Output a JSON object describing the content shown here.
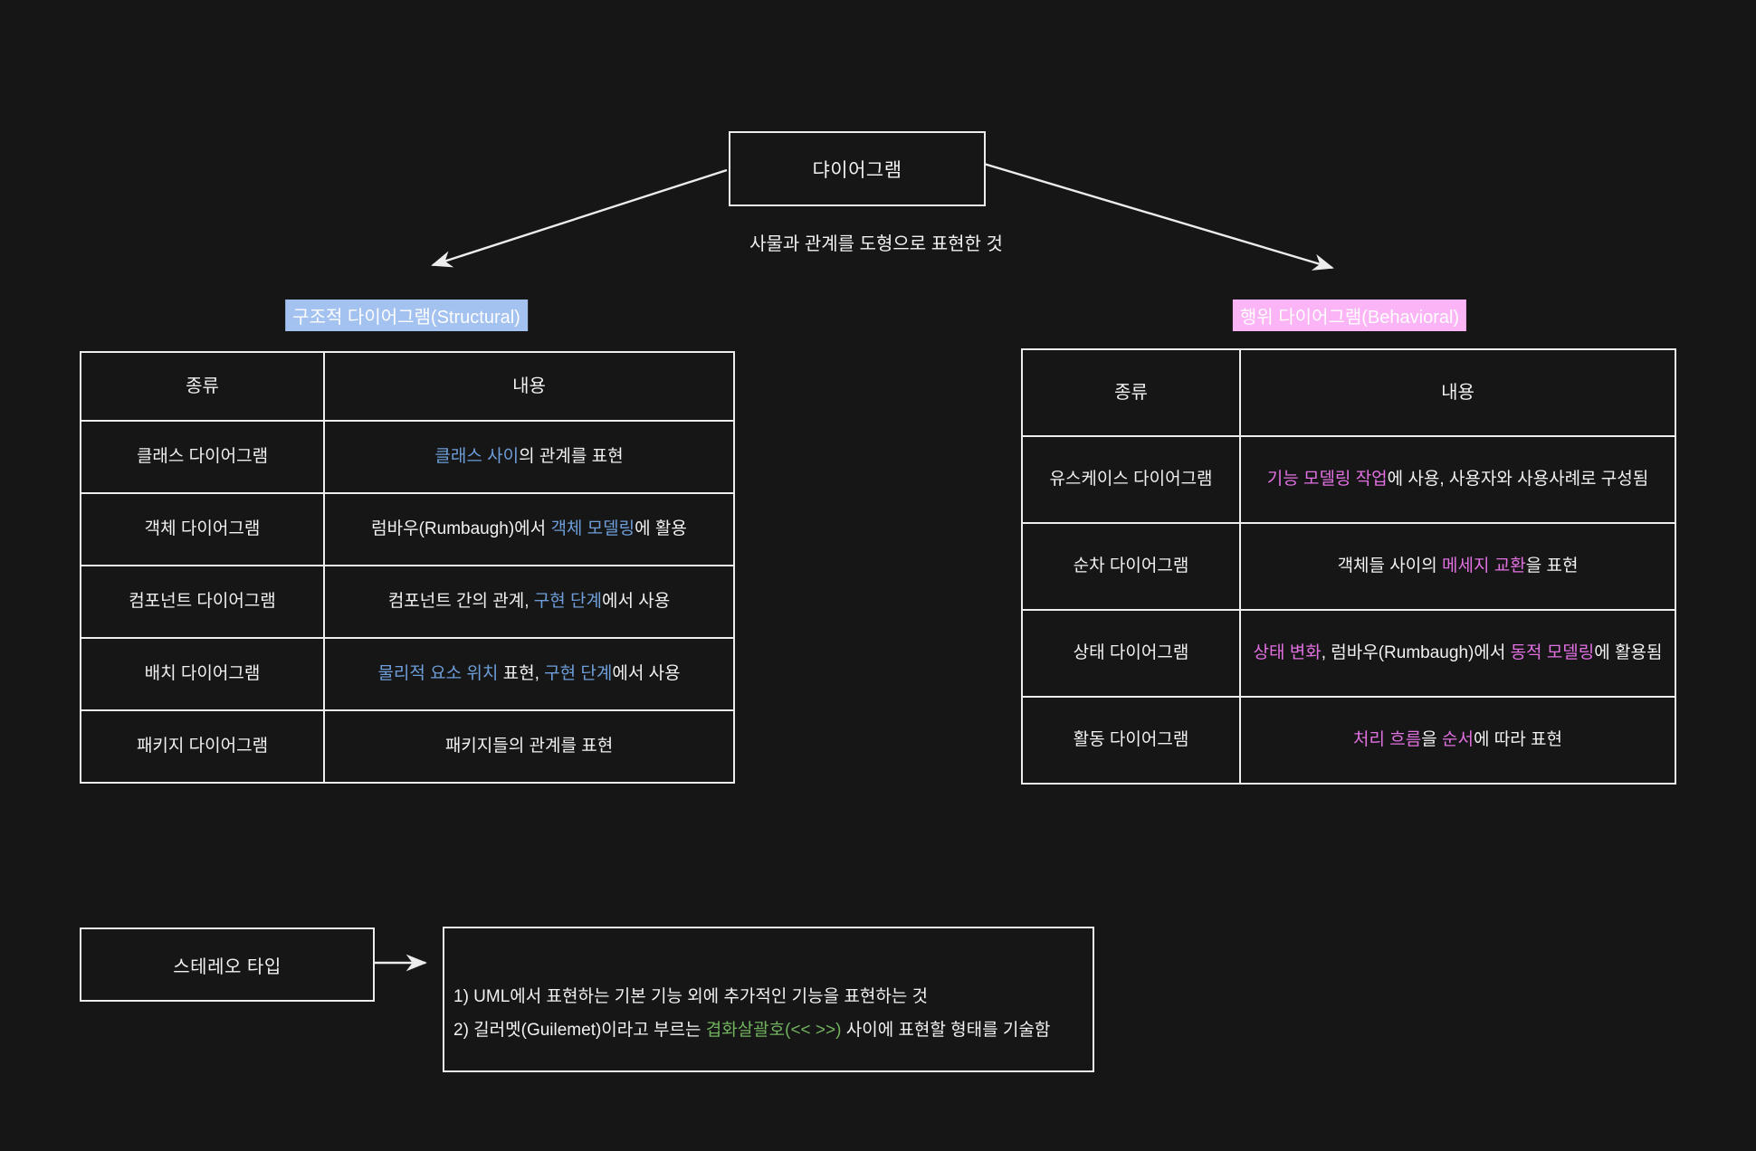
{
  "colors": {
    "background": "#161616",
    "line": "#ededed",
    "text": "#f1f1f1",
    "blue_text": "#6d9ed9",
    "pink_text": "#e170e1",
    "green_text": "#72b25f",
    "blue_highlight_bg": "#a3c2f0",
    "pink_highlight_bg": "#fbb5f6"
  },
  "root_node": {
    "title": "댜이어그램",
    "subtitle": "사물과 관계를 도형으로 표현한 것"
  },
  "structural": {
    "label": "구조적 다이어그램(Structural)",
    "table": {
      "headers": [
        "종류",
        "내용"
      ],
      "rows": [
        {
          "kind": "클래스 다이어그램",
          "desc": [
            {
              "t": "클래스 사이",
              "c": "blue"
            },
            {
              "t": "의 관계를 표현"
            }
          ]
        },
        {
          "kind": "객체 다이어그램",
          "desc": [
            {
              "t": "럼바우(Rumbaugh)에서 "
            },
            {
              "t": "객체 모델링",
              "c": "blue"
            },
            {
              "t": "에 활용"
            }
          ]
        },
        {
          "kind": "컴포넌트 다이어그램",
          "desc": [
            {
              "t": "컴포넌트 간의 관계, "
            },
            {
              "t": "구현 단계",
              "c": "blue"
            },
            {
              "t": "에서 사용"
            }
          ]
        },
        {
          "kind": "배치 다이어그램",
          "desc": [
            {
              "t": "물리적 요소 위치",
              "c": "blue"
            },
            {
              "t": " 표현, "
            },
            {
              "t": "구현 단계",
              "c": "blue"
            },
            {
              "t": "에서 사용"
            }
          ]
        },
        {
          "kind": "패키지 다이어그램",
          "desc": [
            {
              "t": "패키지들의 관계를 표현"
            }
          ]
        }
      ]
    }
  },
  "behavioral": {
    "label": "행위 다이어그램(Behavioral)",
    "table": {
      "headers": [
        "종류",
        "내용"
      ],
      "rows": [
        {
          "kind": "유스케이스 다이어그램",
          "desc": [
            {
              "t": "기능 모델링 작업",
              "c": "pink"
            },
            {
              "t": "에 사용, 사용자와 사용사례로 구성됨"
            }
          ]
        },
        {
          "kind": "순차 다이어그램",
          "desc": [
            {
              "t": "객체들 사이의 "
            },
            {
              "t": "메세지 교환",
              "c": "pink"
            },
            {
              "t": "을 표현"
            }
          ]
        },
        {
          "kind": "상태 다이어그램",
          "desc": [
            {
              "t": "상태 변화",
              "c": "pink"
            },
            {
              "t": ", 럼바우(Rumbaugh)에서 "
            },
            {
              "t": "동적 모델링",
              "c": "pink"
            },
            {
              "t": "에 활용됨"
            }
          ]
        },
        {
          "kind": "활동 다이어그램",
          "desc": [
            {
              "t": "처리 흐름",
              "c": "pink"
            },
            {
              "t": "을 "
            },
            {
              "t": "순서",
              "c": "pink"
            },
            {
              "t": "에 따라 표현"
            }
          ]
        }
      ]
    }
  },
  "stereotype": {
    "label": "스테레오 타입",
    "note_lines": [
      [
        {
          "t": "1) UML에서 표현하는 기본 기능 외에 추가적인 기능을 표현하는 것"
        }
      ],
      [
        {
          "t": "2) 길러멧(Guilemet)이라고 부르는 "
        },
        {
          "t": "겹화살괄호(<< >>)",
          "c": "green"
        },
        {
          "t": " 사이에 표현할 형태를 기술함"
        }
      ]
    ]
  }
}
